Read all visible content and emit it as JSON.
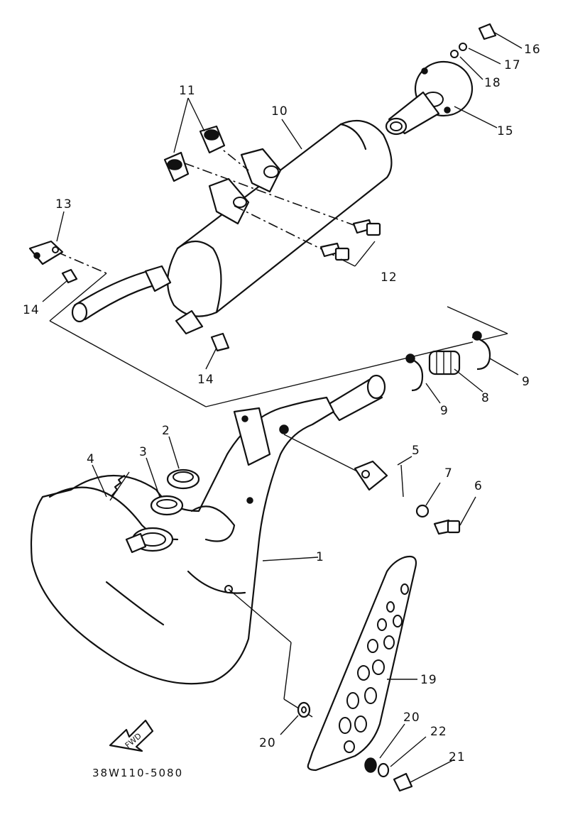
{
  "diagram_code": "38W110-5080",
  "fwd_label": "FWD",
  "callouts": {
    "n1": "1",
    "n2": "2",
    "n3": "3",
    "n4": "4",
    "n5": "5",
    "n6": "6",
    "n7": "7",
    "n8": "8",
    "n9a": "9",
    "n9b": "9",
    "n10": "10",
    "n11": "11",
    "n12": "12",
    "n13": "13",
    "n14a": "14",
    "n14b": "14",
    "n15": "15",
    "n16": "16",
    "n17": "17",
    "n18": "18",
    "n19": "19",
    "n20a": "20",
    "n20b": "20",
    "n21": "21",
    "n22": "22"
  }
}
